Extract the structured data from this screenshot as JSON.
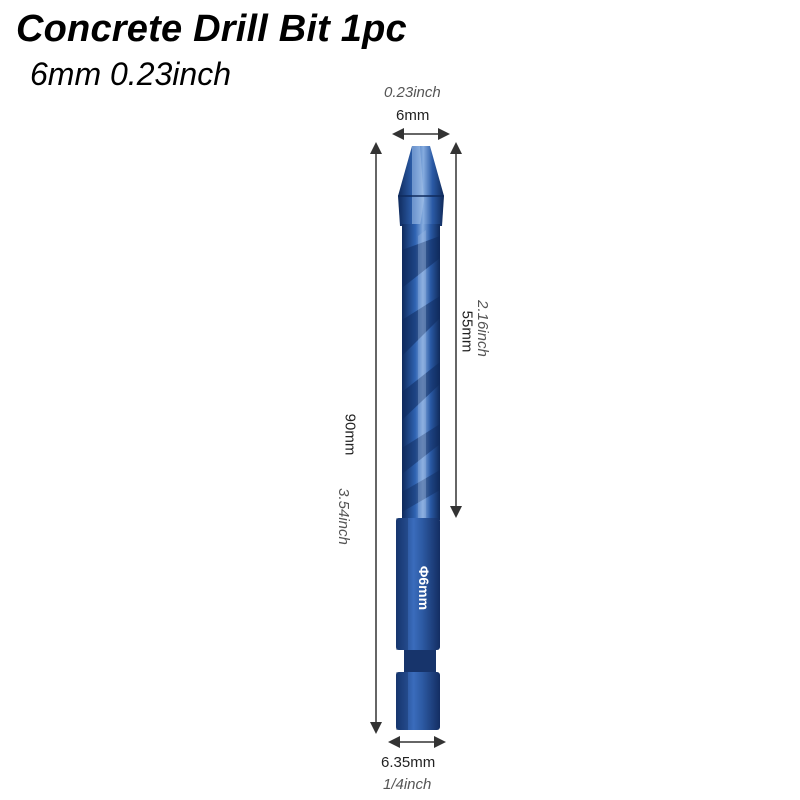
{
  "product": {
    "title": "Concrete Drill Bit 1pc",
    "subtitle": "6mm 0.23inch"
  },
  "dimensions": {
    "tip_width_inch": "0.23inch",
    "tip_width_mm": "6mm",
    "flute_length_inch": "2.16inch",
    "flute_length_mm": "55mm",
    "total_length_mm": "90mm",
    "total_length_inch": "3.54inch",
    "shank_width_mm": "6.35mm",
    "shank_width_inch": "1/4inch"
  },
  "shank_marking": "Φ6mm",
  "colors": {
    "bit_dark": "#17346b",
    "bit_mid": "#2a5aa6",
    "bit_light": "#7fa6dc",
    "dimension_line": "#333333"
  }
}
